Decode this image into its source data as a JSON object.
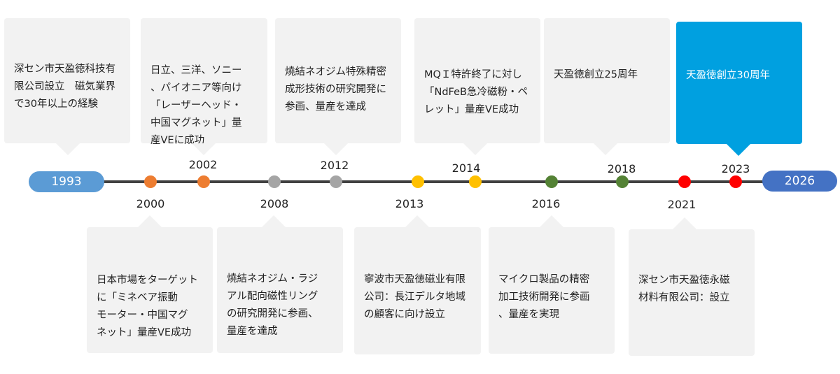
{
  "timeline": {
    "start_year": "1993",
    "end_year": "2026",
    "colors": {
      "start_cap": "#5b9bd5",
      "end_cap": "#4472c4",
      "axis": "#404040",
      "card": "#f2f2f2",
      "highlight_card": "#00a0e0",
      "orange": "#ed7d31",
      "gray": "#a5a5a5",
      "yellow": "#ffc000",
      "green": "#548235",
      "red": "#ff0000"
    },
    "events": [
      {
        "year": "1993",
        "text": "深セン市天盈徳科技有\n限公司設立　磁気業界\nで30年以上の経験"
      },
      {
        "year": "2000",
        "text": "日本市場をターゲット\nに「ミネベア振動\nモーター・中国マグ\nネット」量産VE成功"
      },
      {
        "year": "2002",
        "text": "日立、三洋、ソニー\n、パイオニア等向け\n「レーザーヘッド・\n中国マグネット」量\n産VEに成功"
      },
      {
        "year": "2008",
        "text": "燒結ネオジム・ラジ\nアル配向磁性リング\nの研究開発に参画、\n量産を達成"
      },
      {
        "year": "2012",
        "text": "燒結ネオジム特殊精密\n成形技術の研究開発に\n参画、量産を達成"
      },
      {
        "year": "2013",
        "text": "寧波市天盈徳磁业有限\n公司：長江デルタ地域\nの顧客に向け設立"
      },
      {
        "year": "2014",
        "text": "MQＩ特許終了に対し\n「NdFeB急冷磁粉・ペ\nレット」量産VE成功"
      },
      {
        "year": "2016",
        "text": "マイクロ製品の精密\n加工技術開発に参画\n、量産を実現"
      },
      {
        "year": "2018",
        "text": "天盈徳創立25周年"
      },
      {
        "year": "2021",
        "text": "深セン市天盈徳永磁\n材料有限公司：設立"
      },
      {
        "year": "2023",
        "text": "天盈徳創立30周年"
      }
    ]
  }
}
